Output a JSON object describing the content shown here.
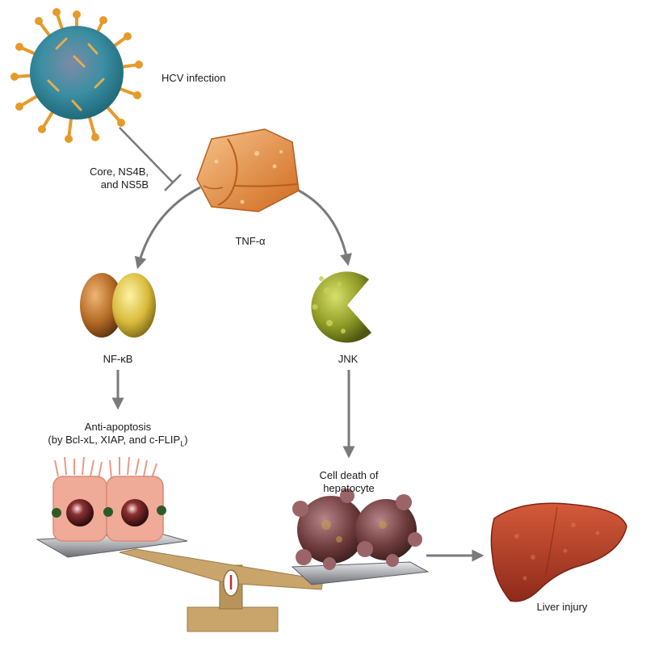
{
  "labels": {
    "hcv": "HCV infection",
    "viral_proteins": [
      "Core, NS4B,",
      "and NS5B"
    ],
    "tnf": "TNF-α",
    "nfkb": "NF-κB",
    "jnk": "JNK",
    "anti_apoptosis": [
      "Anti-apoptosis",
      "(by Bcl-xL, XIAP, and c-FLIP",
      "L",
      ")"
    ],
    "cell_death": [
      "Cell death of",
      "hepatocyte"
    ],
    "liver_injury": "Liver injury"
  },
  "colors": {
    "virus_body": "#2f8fa0",
    "virus_spikes": "#e69a2a",
    "tnf": "#e98a3a",
    "nfkb_left": "#b36a24",
    "nfkb_right": "#d8bb3c",
    "jnk": "#8f9c26",
    "arrow": "#7a7a7a",
    "cell_pink": "#f0aa98",
    "cell_dead": "#6e3c3c",
    "liver": "#b8402a",
    "scale_wood": "#c9a56c",
    "tray": "#8e9197"
  }
}
